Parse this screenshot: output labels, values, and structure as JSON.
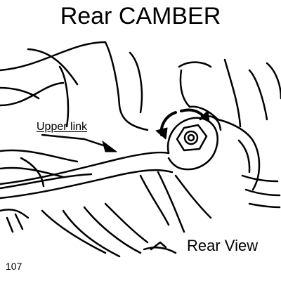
{
  "diagram": {
    "title": "Rear CAMBER",
    "callout_upper_link": "Upper link",
    "view_label": "Rear View",
    "page_number": "107"
  },
  "colors": {
    "line": "#000000",
    "background": "#ffffff"
  },
  "icons": [
    "bolt-icon",
    "rotation-arrow-icon",
    "pointer-arrow-icon"
  ]
}
